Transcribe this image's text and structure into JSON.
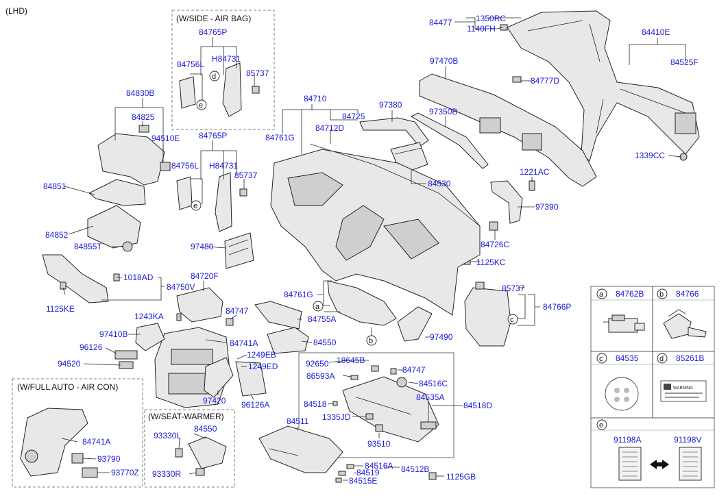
{
  "corner_note": "(LHD)",
  "groups": {
    "side_airbag": "(W/SIDE - AIR BAG)",
    "full_auto": "(W/FULL AUTO - AIR CON)",
    "seat_warmer": "(W/SEAT-WARMER)"
  },
  "callouts": [
    "a",
    "b",
    "c",
    "d",
    "e"
  ],
  "parts": {
    "p84477": "84477",
    "p1350RC": "1350RC",
    "p1140FH": "1140FH",
    "p84410E": "84410E",
    "p84525F": "84525F",
    "p97470B": "97470B",
    "p84777D": "84777D",
    "p97380": "97380",
    "p97350B": "97350B",
    "p1339CC": "1339CC",
    "p1221AC": "1221AC",
    "p84530": "84530",
    "p97390": "97390",
    "p84726C": "84726C",
    "p1125KC": "1125KC",
    "p84710": "84710",
    "p84725": "84725",
    "p84712D": "84712D",
    "p84761G": "84761G",
    "p84761G_2": "84761G",
    "p84765P": "84765P",
    "p84765P_2": "84765P",
    "p84756L": "84756L",
    "p84756L_2": "84756L",
    "pH84731": "H84731",
    "pH84731_2": "H84731",
    "p85737": "85737",
    "p85737_2": "85737",
    "p85737_3": "85737",
    "p84830B": "84830B",
    "p84825": "84825",
    "p94510E": "94510E",
    "p84851": "84851",
    "p84852": "84852",
    "p84855T": "84855T",
    "p97480": "97480",
    "p1018AD": "1018AD",
    "p84750V": "84750V",
    "p1125KE": "1125KE",
    "p84720F": "84720F",
    "p1243KA": "1243KA",
    "p84747": "84747",
    "p84747_2": "84747",
    "p84755A": "84755A",
    "p97410B": "97410B",
    "p84741A": "84741A",
    "p84741A_2": "84741A",
    "p96126": "96126",
    "p94520": "94520",
    "p1249EB": "1249EB",
    "p1249ED": "1249ED",
    "p84550": "84550",
    "p84550_2": "84550",
    "p97420": "97420",
    "p96126A": "96126A",
    "p97490": "97490",
    "p84766P": "84766P",
    "p92650": "92650",
    "p18645B": "18645B",
    "p86593A": "86593A",
    "p84516C": "84516C",
    "p84518": "84518",
    "p84535A": "84535A",
    "p84518D": "84518D",
    "p1335JD": "1335JD",
    "p93510": "93510",
    "p84511": "84511",
    "p84516A": "84516A",
    "p84519": "84519",
    "p84512B": "84512B",
    "p84515E": "84515E",
    "p1125GB": "1125GB",
    "p93790": "93790",
    "p93770Z": "93770Z",
    "p93330L": "93330L",
    "p93330R": "93330R"
  },
  "legend": {
    "a_part": "84762B",
    "b_part": "84766",
    "c_part": "84535",
    "d_part": "85261B",
    "e_left": "91198A",
    "e_right": "91198V",
    "warning_label": "WARNING"
  }
}
